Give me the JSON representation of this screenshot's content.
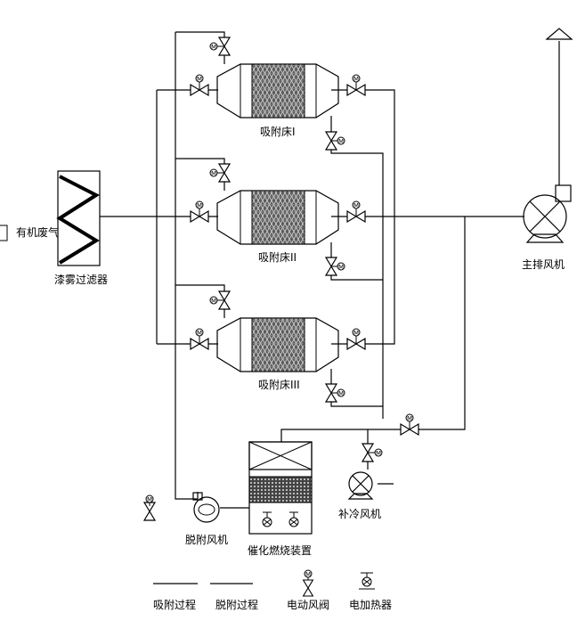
{
  "labels": {
    "inlet": "有机废气",
    "filter": "漆雾过滤器",
    "bed1": "吸附床I",
    "bed2": "吸附床II",
    "bed3": "吸附床III",
    "main_fan": "主排风机",
    "desorb_fan": "脱附风机",
    "catalytic": "催化燃烧装置",
    "cool_fan": "补冷风机"
  },
  "legend": {
    "adsorption": "吸附过程",
    "desorption": "脱附过程",
    "valve": "电动风阀",
    "heater": "电加热器"
  },
  "valve_mark": "M"
}
